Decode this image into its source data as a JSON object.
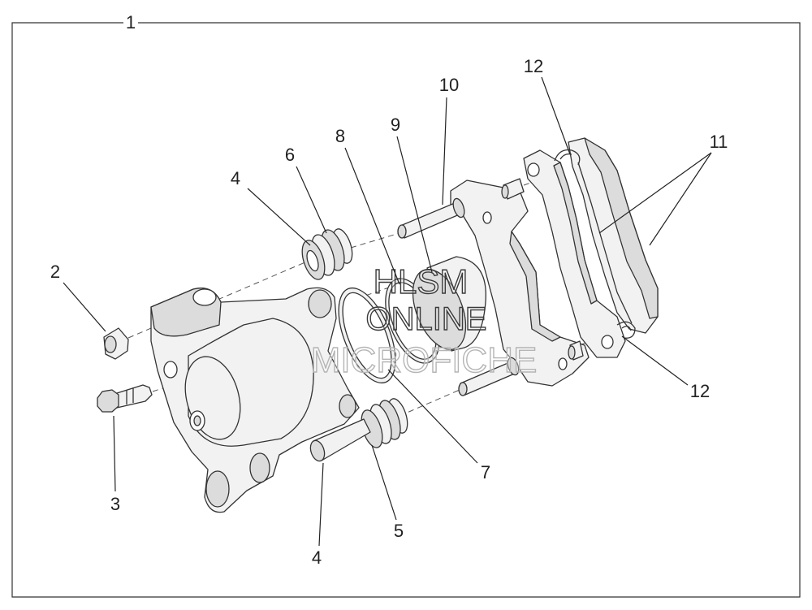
{
  "callouts": {
    "c1": "1",
    "c2": "2",
    "c3": "3",
    "c4a": "4",
    "c4b": "4",
    "c5": "5",
    "c6": "6",
    "c7": "7",
    "c8": "8",
    "c9": "9",
    "c10": "10",
    "c11": "11",
    "c12a": "12",
    "c12b": "12"
  },
  "watermark": {
    "line1": "HLSM",
    "line2": "ONLINE",
    "line3": "MICROFICHE"
  },
  "colors": {
    "line": "#333333",
    "fill": "#f2f2f2",
    "shade": "#dcdcdc",
    "background": "#ffffff"
  }
}
